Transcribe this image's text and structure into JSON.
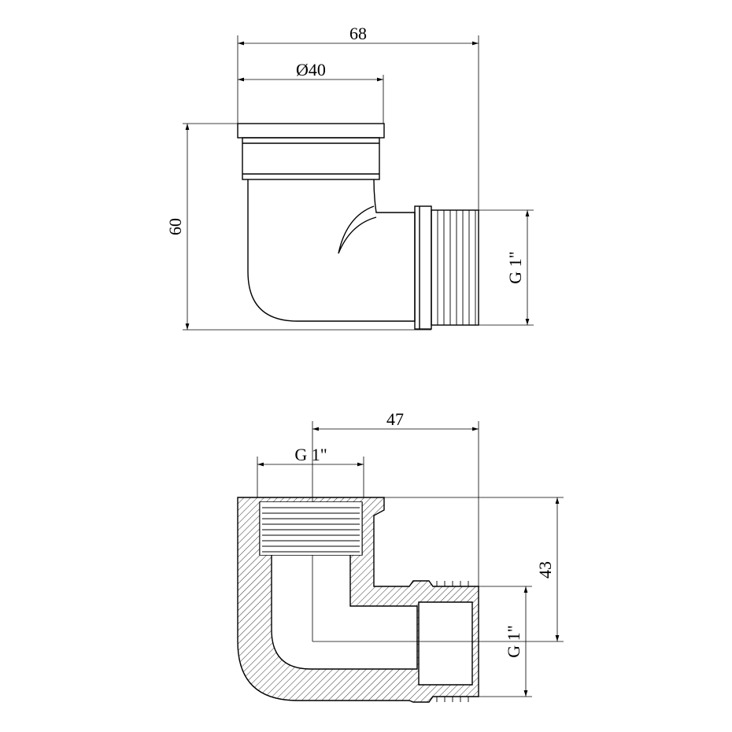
{
  "top_view": {
    "width_dim": "68",
    "diameter_dim": "Ø40",
    "height_dim": "60",
    "thread_dim": "G 1\""
  },
  "section_view": {
    "offset_dim": "47",
    "inner_thread_dim": "G 1\"",
    "height_dim": "43",
    "outer_thread_dim": "G 1\""
  },
  "colors": {
    "line": "#000000",
    "background": "#ffffff"
  }
}
